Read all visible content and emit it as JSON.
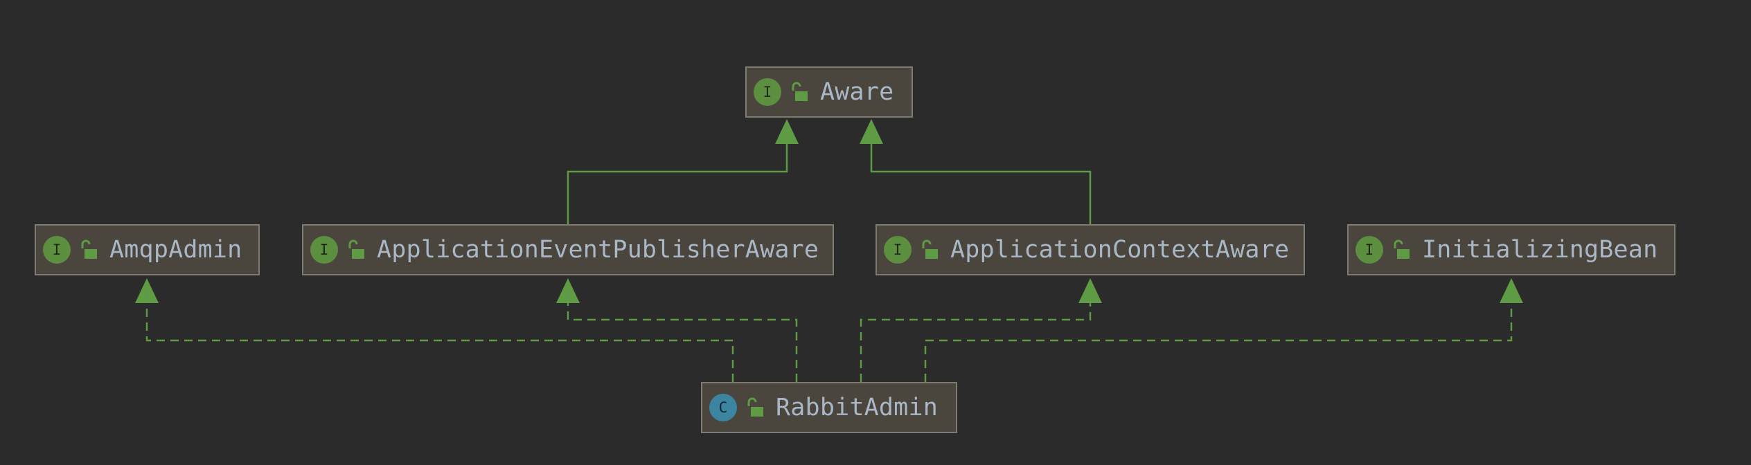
{
  "diagram": {
    "background": "#2b2b2b",
    "edge_color": "#5f9a45",
    "nodes": {
      "aware": {
        "name": "Aware",
        "kind": "I",
        "kind_type": "interface",
        "icon": "unlocked-padlock-icon"
      },
      "amqp_admin": {
        "name": "AmqpAdmin",
        "kind": "I",
        "kind_type": "interface",
        "icon": "unlocked-padlock-icon"
      },
      "app_event_publisher_aware": {
        "name": "ApplicationEventPublisherAware",
        "kind": "I",
        "kind_type": "interface",
        "icon": "unlocked-padlock-icon"
      },
      "app_context_aware": {
        "name": "ApplicationContextAware",
        "kind": "I",
        "kind_type": "interface",
        "icon": "unlocked-padlock-icon"
      },
      "initializing_bean": {
        "name": "InitializingBean",
        "kind": "I",
        "kind_type": "interface",
        "icon": "unlocked-padlock-icon"
      },
      "rabbit_admin": {
        "name": "RabbitAdmin",
        "kind": "C",
        "kind_type": "class",
        "icon": "unlocked-padlock-icon"
      }
    },
    "edges": [
      {
        "from": "ApplicationEventPublisherAware",
        "to": "Aware",
        "type": "extends"
      },
      {
        "from": "ApplicationContextAware",
        "to": "Aware",
        "type": "extends"
      },
      {
        "from": "RabbitAdmin",
        "to": "AmqpAdmin",
        "type": "implements"
      },
      {
        "from": "RabbitAdmin",
        "to": "ApplicationEventPublisherAware",
        "type": "implements"
      },
      {
        "from": "RabbitAdmin",
        "to": "ApplicationContextAware",
        "type": "implements"
      },
      {
        "from": "RabbitAdmin",
        "to": "InitializingBean",
        "type": "implements"
      }
    ]
  }
}
